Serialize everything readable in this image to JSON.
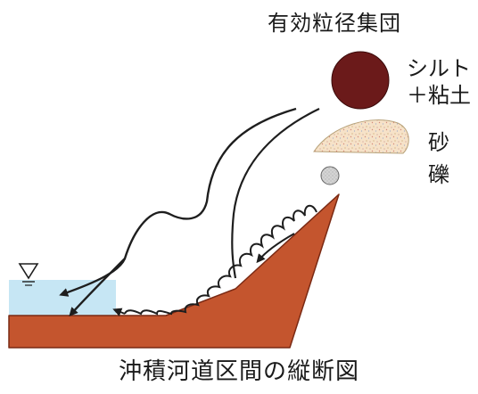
{
  "title": "有効粒径集団",
  "particles": {
    "silt_clay": {
      "label_line1": "シルト",
      "label_line2": "＋粘土",
      "color": "#6b1a1a"
    },
    "sand": {
      "label": "砂",
      "color": "#f2dcc0"
    },
    "gravel": {
      "label": "礫",
      "color": "#cccccc"
    }
  },
  "caption": "沖積河道区間の縦断図",
  "water_symbol": "∇",
  "colors": {
    "bed": "#c4552e",
    "water": "#c6e6f4",
    "arrow": "#1e1e1e"
  }
}
